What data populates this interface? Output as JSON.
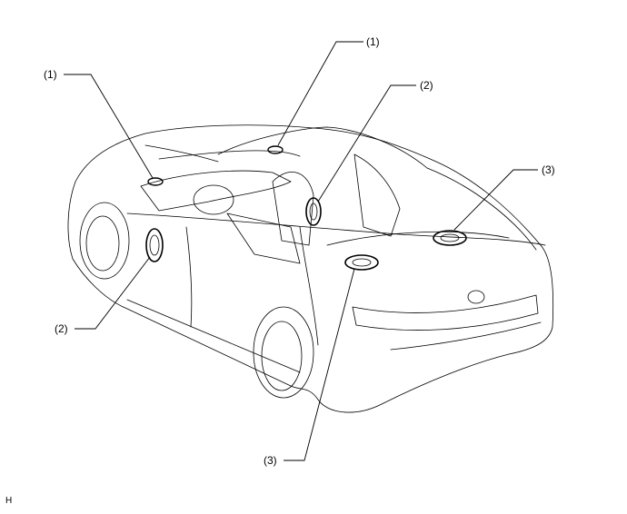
{
  "labels": {
    "front_tweeter": "(1)",
    "rear_tweeter": "(1)",
    "rear_door_speaker": "(2)",
    "front_door_speaker": "(2)",
    "package_tray_speaker_right": "(3)",
    "package_tray_speaker_left": "(3)"
  },
  "corner_mark": "H"
}
